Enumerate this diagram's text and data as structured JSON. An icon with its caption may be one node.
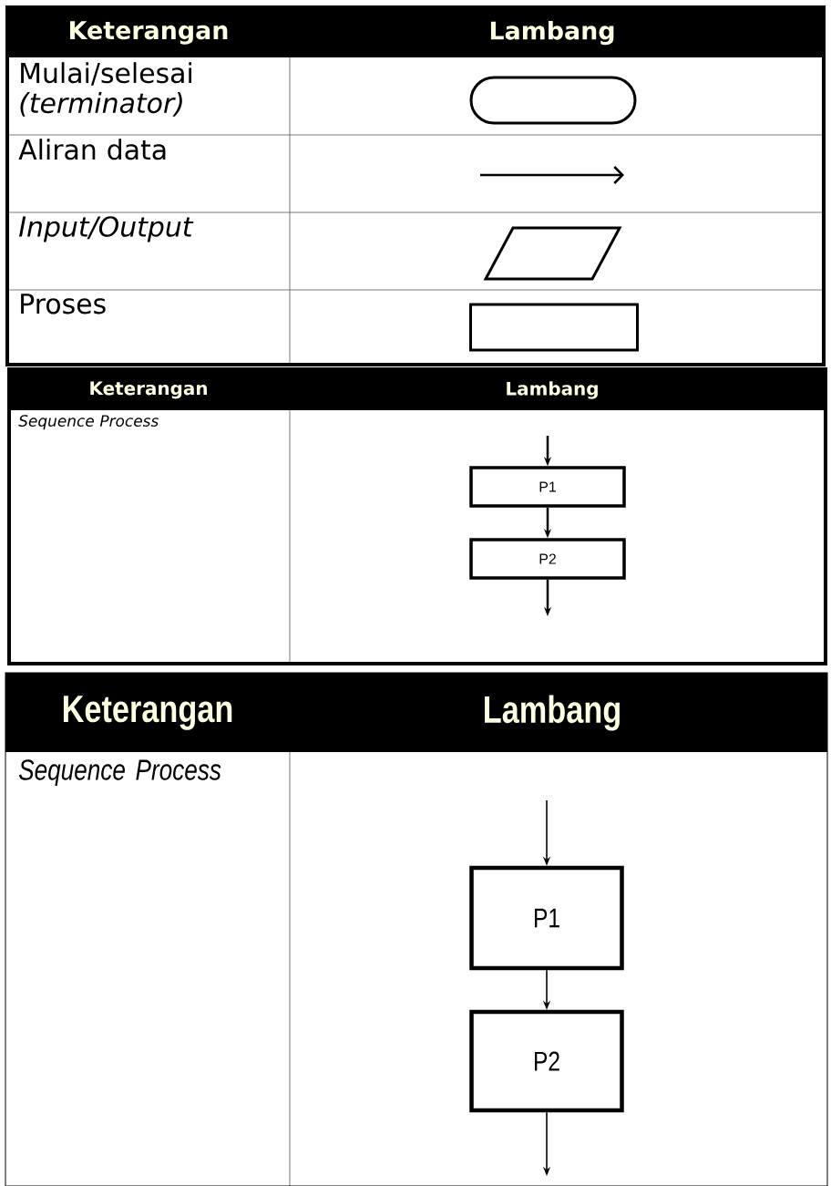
{
  "diagram": {
    "nodes": [
      {
        "text": [],
        "shape": "oval"
      },
      {
        "text": [],
        "shape": "parallelogram"
      },
      {
        "text": [],
        "shape": "box"
      },
      {
        "text": [
          "P1"
        ]
      },
      {
        "text": [
          "P2"
        ]
      },
      {
        "text": [
          "P1"
        ]
      },
      {
        "text": [
          "P2"
        ]
      }
    ],
    "edges": [
      {
        "from": null,
        "to": 3,
        "arrow": "to"
      },
      {
        "from": 3,
        "to": 4,
        "arrow": "to"
      },
      {
        "from": 4,
        "to": null,
        "arrow": "to"
      },
      {
        "from": null,
        "to": 5,
        "arrow": "to"
      },
      {
        "from": 5,
        "to": 6,
        "arrow": "to"
      },
      {
        "from": 6,
        "to": null,
        "arrow": "to"
      }
    ],
    "labels": [
      "Keterangan",
      "Lambang",
      "Mulai/selesai *(terminator)*",
      "Aliran data",
      "Input/Output",
      "Proses",
      "Keterangan",
      "Lambang",
      "Sequence Process",
      "Keterangan",
      "Lambang",
      "Sequence Process"
    ]
  }
}
